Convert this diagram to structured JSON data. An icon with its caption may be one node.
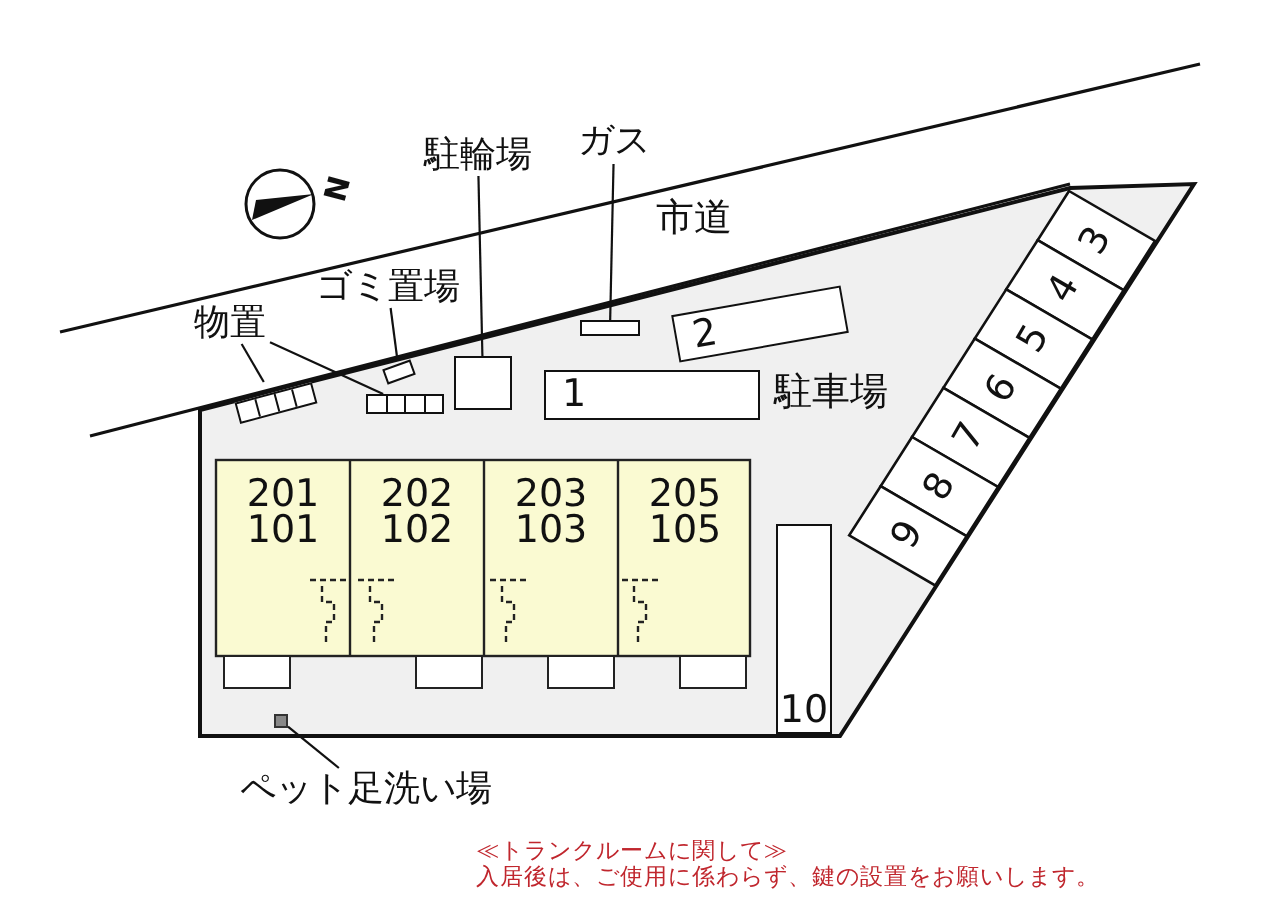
{
  "diagram": {
    "nodes": [
      {
        "text": [
          "物置"
        ]
      },
      {
        "text": [],
        "shape": "box"
      },
      {
        "text": [],
        "shape": "box"
      },
      {
        "text": [
          "ゴミ置場"
        ]
      },
      {
        "text": [],
        "shape": "box"
      },
      {
        "text": [
          "駐輪場"
        ]
      },
      {
        "text": [],
        "shape": "box"
      },
      {
        "text": [
          "ガス"
        ]
      },
      {
        "text": [],
        "shape": "box"
      },
      {
        "text": [
          "1"
        ]
      },
      {
        "text": [
          "2"
        ]
      },
      {
        "text": [
          "3"
        ]
      },
      {
        "text": [
          "4"
        ]
      },
      {
        "text": [
          "5"
        ]
      },
      {
        "text": [
          "6"
        ]
      },
      {
        "text": [
          "7"
        ]
      },
      {
        "text": [
          "8"
        ]
      },
      {
        "text": [
          "9"
        ]
      },
      {
        "text": [
          "10"
        ]
      },
      {
        "text": [
          "201",
          "101"
        ]
      },
      {
        "text": [
          "202",
          "102"
        ]
      },
      {
        "text": [
          "203",
          "103"
        ]
      },
      {
        "text": [
          "205",
          "105"
        ]
      },
      {
        "text": [
          "ペット足洗い場"
        ]
      },
      {
        "text": [],
        "shape": "box"
      }
    ],
    "edges": [
      {
        "from": 0,
        "to": 1,
        "arrow": "none"
      },
      {
        "from": 0,
        "to": 2,
        "arrow": "none"
      },
      {
        "from": 3,
        "to": 4,
        "arrow": "none"
      },
      {
        "from": 5,
        "to": 6,
        "arrow": "none"
      },
      {
        "from": 7,
        "to": 8,
        "arrow": "none"
      },
      {
        "from": 23,
        "to": 24,
        "arrow": "none"
      }
    ],
    "labels": [
      "N",
      "市道",
      "駐車場",
      "≪トランクルームに関して≫",
      "入居後は、ご使用に係わらず、鍵の設置をお願いします。"
    ]
  }
}
